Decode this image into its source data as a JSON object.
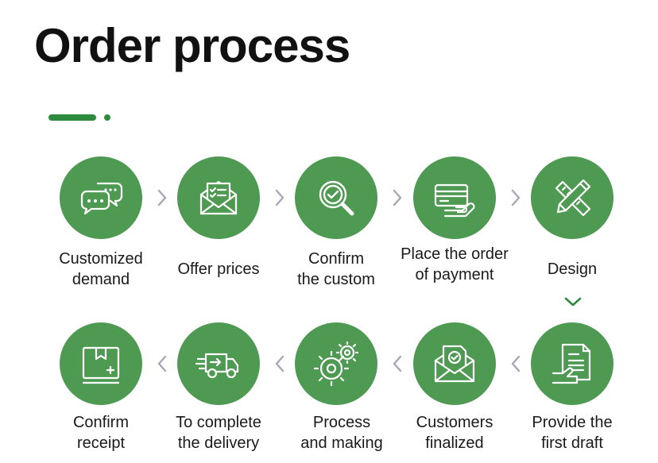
{
  "title": "Order process",
  "colors": {
    "accent": "#2e8b3e",
    "circle": "#4e9a52",
    "arrow": "#a9a6b8",
    "down_arrow": "#2e8b3e"
  },
  "steps": [
    {
      "label": "Customized\ndemand",
      "icon": "chat-bubbles-icon"
    },
    {
      "label": "Offer prices",
      "icon": "envelope-document-icon"
    },
    {
      "label": "Confirm\nthe custom",
      "icon": "magnifier-check-icon"
    },
    {
      "label": "Place the order\nof payment",
      "icon": "credit-card-icon"
    },
    {
      "label": "Design",
      "icon": "ruler-pencil-icon"
    },
    {
      "label": "Provide the\nfirst draft",
      "icon": "document-hand-icon"
    },
    {
      "label": "Customers\nfinalized",
      "icon": "envelope-check-icon"
    },
    {
      "label": "Process\nand making",
      "icon": "gears-icon"
    },
    {
      "label": "To complete\nthe delivery",
      "icon": "delivery-truck-icon"
    },
    {
      "label": "Confirm\nreceipt",
      "icon": "package-box-icon"
    }
  ]
}
